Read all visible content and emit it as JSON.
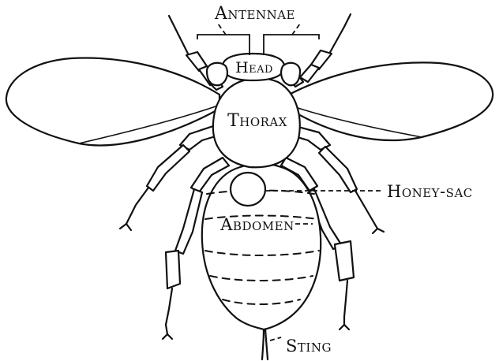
{
  "labels": {
    "antennae": "Antennae",
    "head": "Head",
    "thorax": "Thorax",
    "honey_sac": "Honey-sac",
    "abdomen": "Abdomen",
    "sting": "Sting"
  },
  "colors": {
    "ink": "#111111",
    "paper": "#ffffff"
  }
}
